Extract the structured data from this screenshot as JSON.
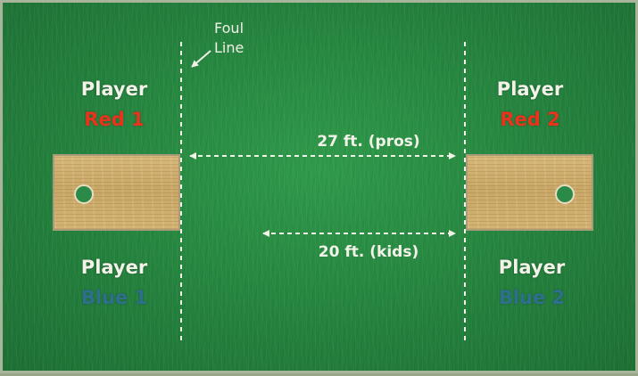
{
  "diagram": {
    "foul_line_label_line1": "Foul",
    "foul_line_label_line2": "Line",
    "players": {
      "red_1": {
        "word": "Player",
        "team": "Red 1"
      },
      "red_2": {
        "word": "Player",
        "team": "Red 2"
      },
      "blue_1": {
        "word": "Player",
        "team": "Blue 1"
      },
      "blue_2": {
        "word": "Player",
        "team": "Blue 2"
      }
    },
    "distances": {
      "pros": "27 ft. (pros)",
      "kids": "20 ft. (kids)"
    },
    "colors": {
      "grass": "#237f3c",
      "red_team": "#e8341c",
      "blue_team": "#2e6f8e",
      "line": "#f2f2e8",
      "board": "#d1b070"
    }
  }
}
